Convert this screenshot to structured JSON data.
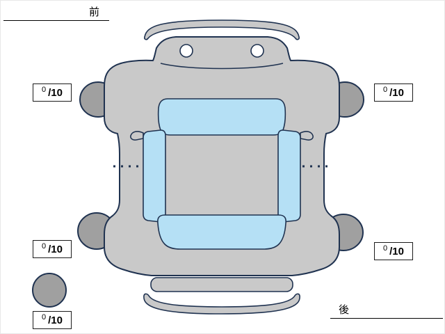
{
  "diagram": {
    "front_label": "前",
    "rear_label": "後"
  },
  "tread_scores": {
    "front_left": {
      "value": "0",
      "denominator": "/10"
    },
    "front_right": {
      "value": "0",
      "denominator": "/10"
    },
    "rear_left": {
      "value": "0",
      "denominator": "/10"
    },
    "rear_right": {
      "value": "0",
      "denominator": "/10"
    },
    "spare": {
      "value": "0",
      "denominator": "/10"
    }
  },
  "colors": {
    "body": "#c9c9c9",
    "glass": "#b5e0f5",
    "wheel": "#a0a0a0",
    "outline": "#1f3250"
  }
}
